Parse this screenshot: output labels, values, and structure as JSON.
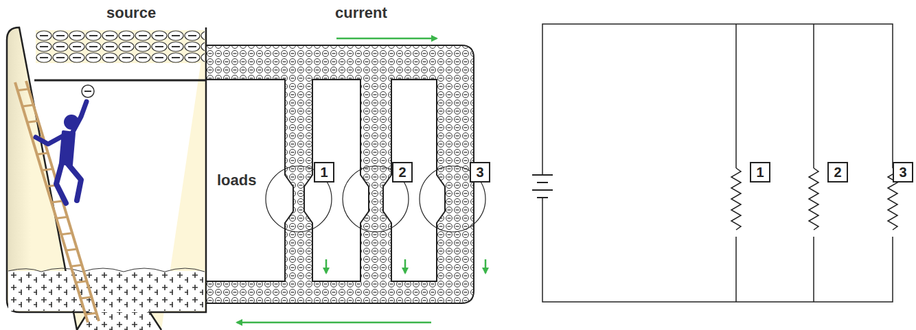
{
  "diagram": {
    "nodes": [
      {
        "text": [
          "1"
        ]
      },
      {
        "text": [
          "2"
        ]
      },
      {
        "text": [
          "3"
        ]
      },
      {
        "text": [
          "1"
        ]
      },
      {
        "text": [
          "2"
        ]
      },
      {
        "text": [
          "3"
        ]
      }
    ],
    "labels": [
      "source",
      "current",
      "loads"
    ]
  }
}
